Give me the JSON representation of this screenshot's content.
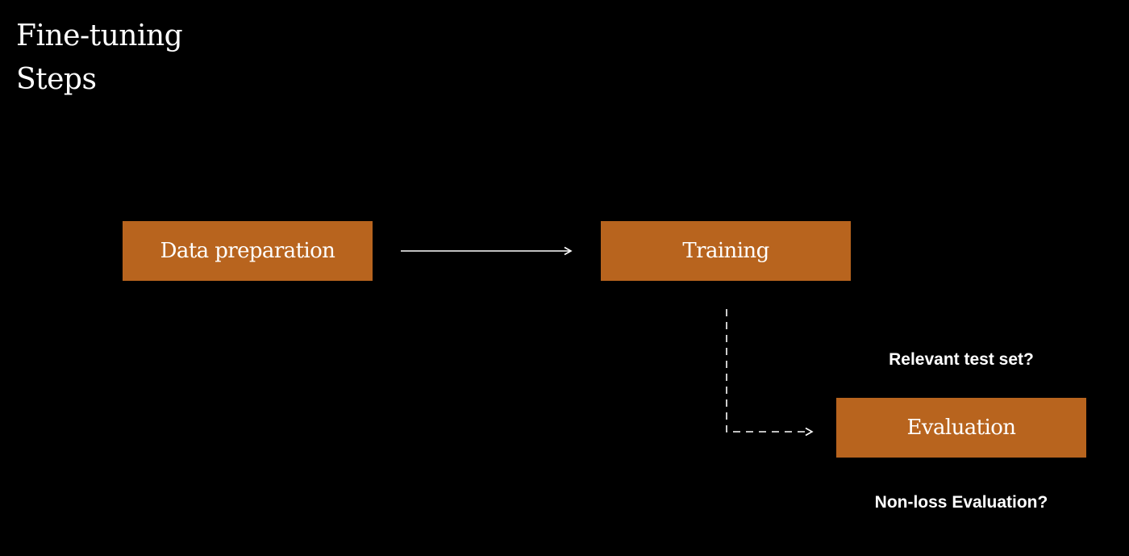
{
  "title": {
    "line1": "Fine-tuning",
    "line2": "Steps"
  },
  "steps": {
    "data_preparation": "Data preparation",
    "training": "Training",
    "evaluation": "Evaluation"
  },
  "questions": {
    "test_set": "Relevant test set?",
    "non_loss": "Non-loss Evaluation?"
  },
  "colors": {
    "background": "#000000",
    "box": "#B8641E",
    "text": "#FFFFFF",
    "connector": "#FFFFFF"
  }
}
